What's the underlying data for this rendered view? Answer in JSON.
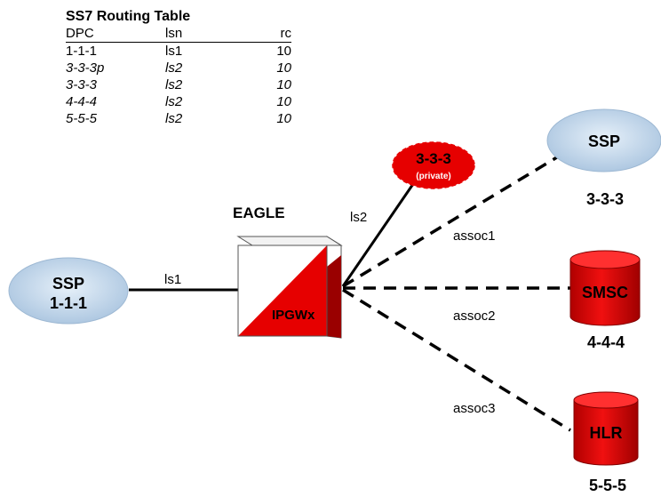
{
  "routing_table": {
    "title": "SS7 Routing Table",
    "headers": [
      "DPC",
      "lsn",
      "rc"
    ],
    "rows": [
      {
        "dpc": "1-1-1",
        "lsn": "ls1",
        "rc": "10",
        "italic": false
      },
      {
        "dpc": "3-3-3p",
        "lsn": "ls2",
        "rc": "10",
        "italic": true
      },
      {
        "dpc": "3-3-3",
        "lsn": "ls2",
        "rc": "10",
        "italic": true
      },
      {
        "dpc": "4-4-4",
        "lsn": "ls2",
        "rc": "10",
        "italic": true
      },
      {
        "dpc": "5-5-5",
        "lsn": "ls2",
        "rc": "10",
        "italic": true
      }
    ]
  },
  "nodes": {
    "ssp_left": {
      "label": "SSP",
      "code": "1-1-1"
    },
    "eagle": {
      "label": "EAGLE",
      "box_label": "IPGWx"
    },
    "private_node": {
      "label": "3-3-3",
      "sub": "(private)"
    },
    "ssp_right": {
      "label": "SSP",
      "code": "3-3-3"
    },
    "smsc": {
      "label": "SMSC",
      "code": "4-4-4"
    },
    "hlr": {
      "label": "HLR",
      "code": "5-5-5"
    }
  },
  "links": {
    "ls1": "ls1",
    "ls2": "ls2",
    "assoc1": "assoc1",
    "assoc2": "assoc2",
    "assoc3": "assoc3"
  },
  "colors": {
    "red": "#e60000",
    "dark_red": "#990000",
    "ssp_blue": "#c8dcee",
    "ssp_edge": "#9db8d3"
  }
}
